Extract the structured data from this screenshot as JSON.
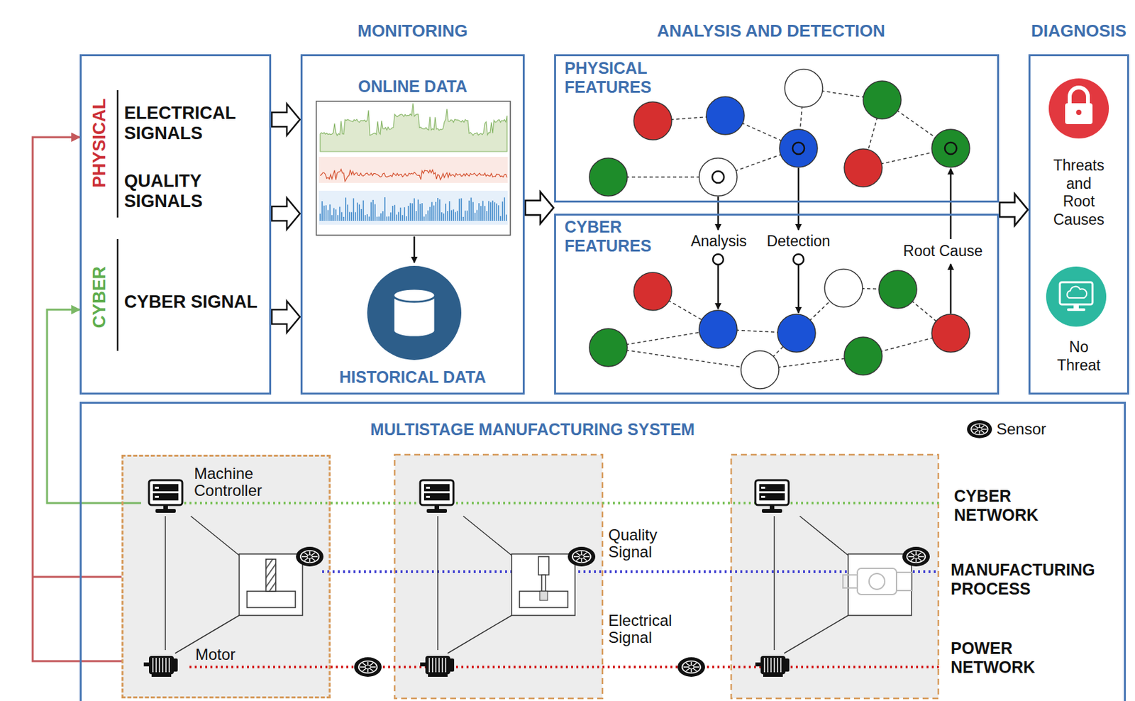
{
  "diagram": {
    "nodes": [
      {
        "text": [
          "PHYSICAL",
          "ELECTRICAL SIGNALS",
          "QUALITY SIGNALS",
          "CYBER",
          "CYBER SIGNAL"
        ]
      },
      {
        "text": [
          "MONITORING",
          "ONLINE DATA",
          "HISTORICAL DATA"
        ]
      },
      {
        "text": [
          "PHYSICAL FEATURES"
        ]
      },
      {
        "text": [
          "CYBER FEATURES"
        ]
      },
      {
        "text": [
          "DIAGNOSIS",
          "Threats and Root Causes",
          "No Threat"
        ]
      },
      {
        "text": [
          "MULTISTAGE MANUFACTURING SYSTEM"
        ]
      },
      {
        "text": [
          "Machine Controller",
          "Motor"
        ],
        "in": 5
      }
    ],
    "edges": [
      {
        "from": 0,
        "to": 1,
        "arrow": "to"
      },
      {
        "from": 1,
        "to": 2,
        "arrow": "to"
      },
      {
        "from": 1,
        "to": 3,
        "arrow": "to"
      },
      {
        "from": 2,
        "to": 4,
        "arrow": "to"
      },
      {
        "from": 3,
        "to": 4,
        "arrow": "to"
      },
      {
        "from": 6,
        "to": 0,
        "arrow": "to"
      },
      {
        "from": 6,
        "to": 0,
        "arrow": "to"
      }
    ],
    "labels": [
      "ANALYSIS AND DETECTION",
      "Analysis",
      "Detection",
      "Root Cause",
      "Quality Signal",
      "Electrical Signal",
      "CYBER NETWORK",
      "MANUFACTURING PROCESS",
      "POWER NETWORK"
    ],
    "legend": [
      {
        "text": "Sensor"
      }
    ]
  }
}
